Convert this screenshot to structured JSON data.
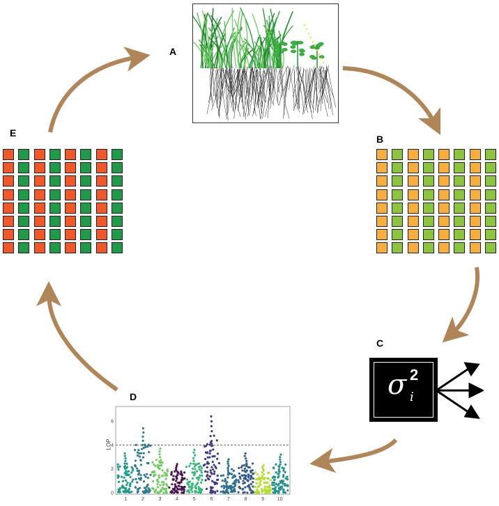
{
  "labels": {
    "a": "A",
    "b": "B",
    "c": "C",
    "d": "D",
    "e": "E"
  },
  "colors": {
    "arrow": "#B08557",
    "grid_b_a": "#F7AE3C",
    "grid_b_b": "#8CC43F",
    "grid_e_a": "#F0582A",
    "grid_e_b": "#1E9A48"
  },
  "icons": {
    "panel_c_arrows": "three-right-pointing-arrows-icon"
  },
  "panel_a": {
    "description_icon": "plant-root-architecture-illustration"
  },
  "panel_c": {
    "symbol": "σ",
    "subscript": "i",
    "superscript": "2"
  },
  "chart_data": {
    "type": "scatter",
    "title": "",
    "xlabel": "",
    "ylabel": "LOP",
    "ylim": [
      0,
      7
    ],
    "yticks": [
      "0",
      "2",
      "4",
      "6"
    ],
    "categories": [
      "1",
      "2",
      "3",
      "4",
      "5",
      "6",
      "7",
      "8",
      "9",
      "10"
    ],
    "threshold": 4,
    "threshold_style": "dashed",
    "series": [
      {
        "chrom": "1",
        "color": "#1f9c89",
        "peak": 3.3
      },
      {
        "chrom": "2",
        "color": "#2b7c8e",
        "peak": 5.4
      },
      {
        "chrom": "3",
        "color": "#6ccd5a",
        "peak": 3.7
      },
      {
        "chrom": "4",
        "color": "#4a1553",
        "peak": 2.4
      },
      {
        "chrom": "5",
        "color": "#35b779",
        "peak": 3.6
      },
      {
        "chrom": "6",
        "color": "#3f3a89",
        "peak": 6.4
      },
      {
        "chrom": "7",
        "color": "#2c728e",
        "peak": 2.8
      },
      {
        "chrom": "8",
        "color": "#30598c",
        "peak": 3.3
      },
      {
        "chrom": "9",
        "color": "#b5de2b",
        "peak": 2.3
      },
      {
        "chrom": "10",
        "color": "#21918c",
        "peak": 3.2
      }
    ]
  }
}
